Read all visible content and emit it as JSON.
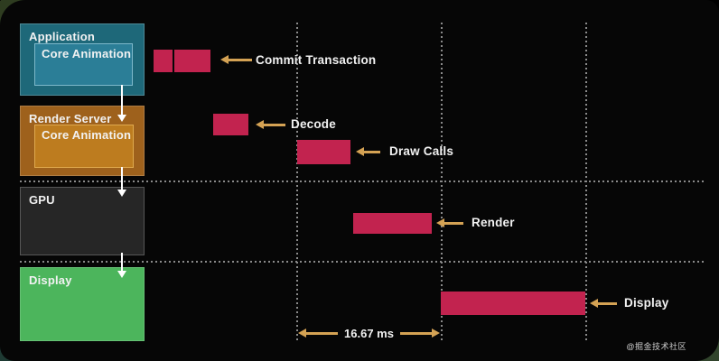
{
  "stages": [
    {
      "label": "Application",
      "sublabel": "Core Animation"
    },
    {
      "label": "Render Server",
      "sublabel": "Core Animation"
    },
    {
      "label": "GPU"
    },
    {
      "label": "Display"
    }
  ],
  "events": [
    {
      "label": "Commit Transaction"
    },
    {
      "label": "Decode"
    },
    {
      "label": "Draw Calls"
    },
    {
      "label": "Render"
    },
    {
      "label": "Display"
    }
  ],
  "interval": {
    "label": "16.67 ms"
  },
  "watermark": "@掘金技术社区",
  "colors": {
    "bar": "#c2234f",
    "arrow": "#d4a254",
    "application_box": "#1e6879",
    "application_inner": "#2b7e97",
    "render_server_box": "#9e611c",
    "render_server_inner": "#bd7c1f",
    "gpu_box": "#262626",
    "display_box": "#4cb55c",
    "dashed_line": "#8a8a8a",
    "background": "#000000"
  }
}
